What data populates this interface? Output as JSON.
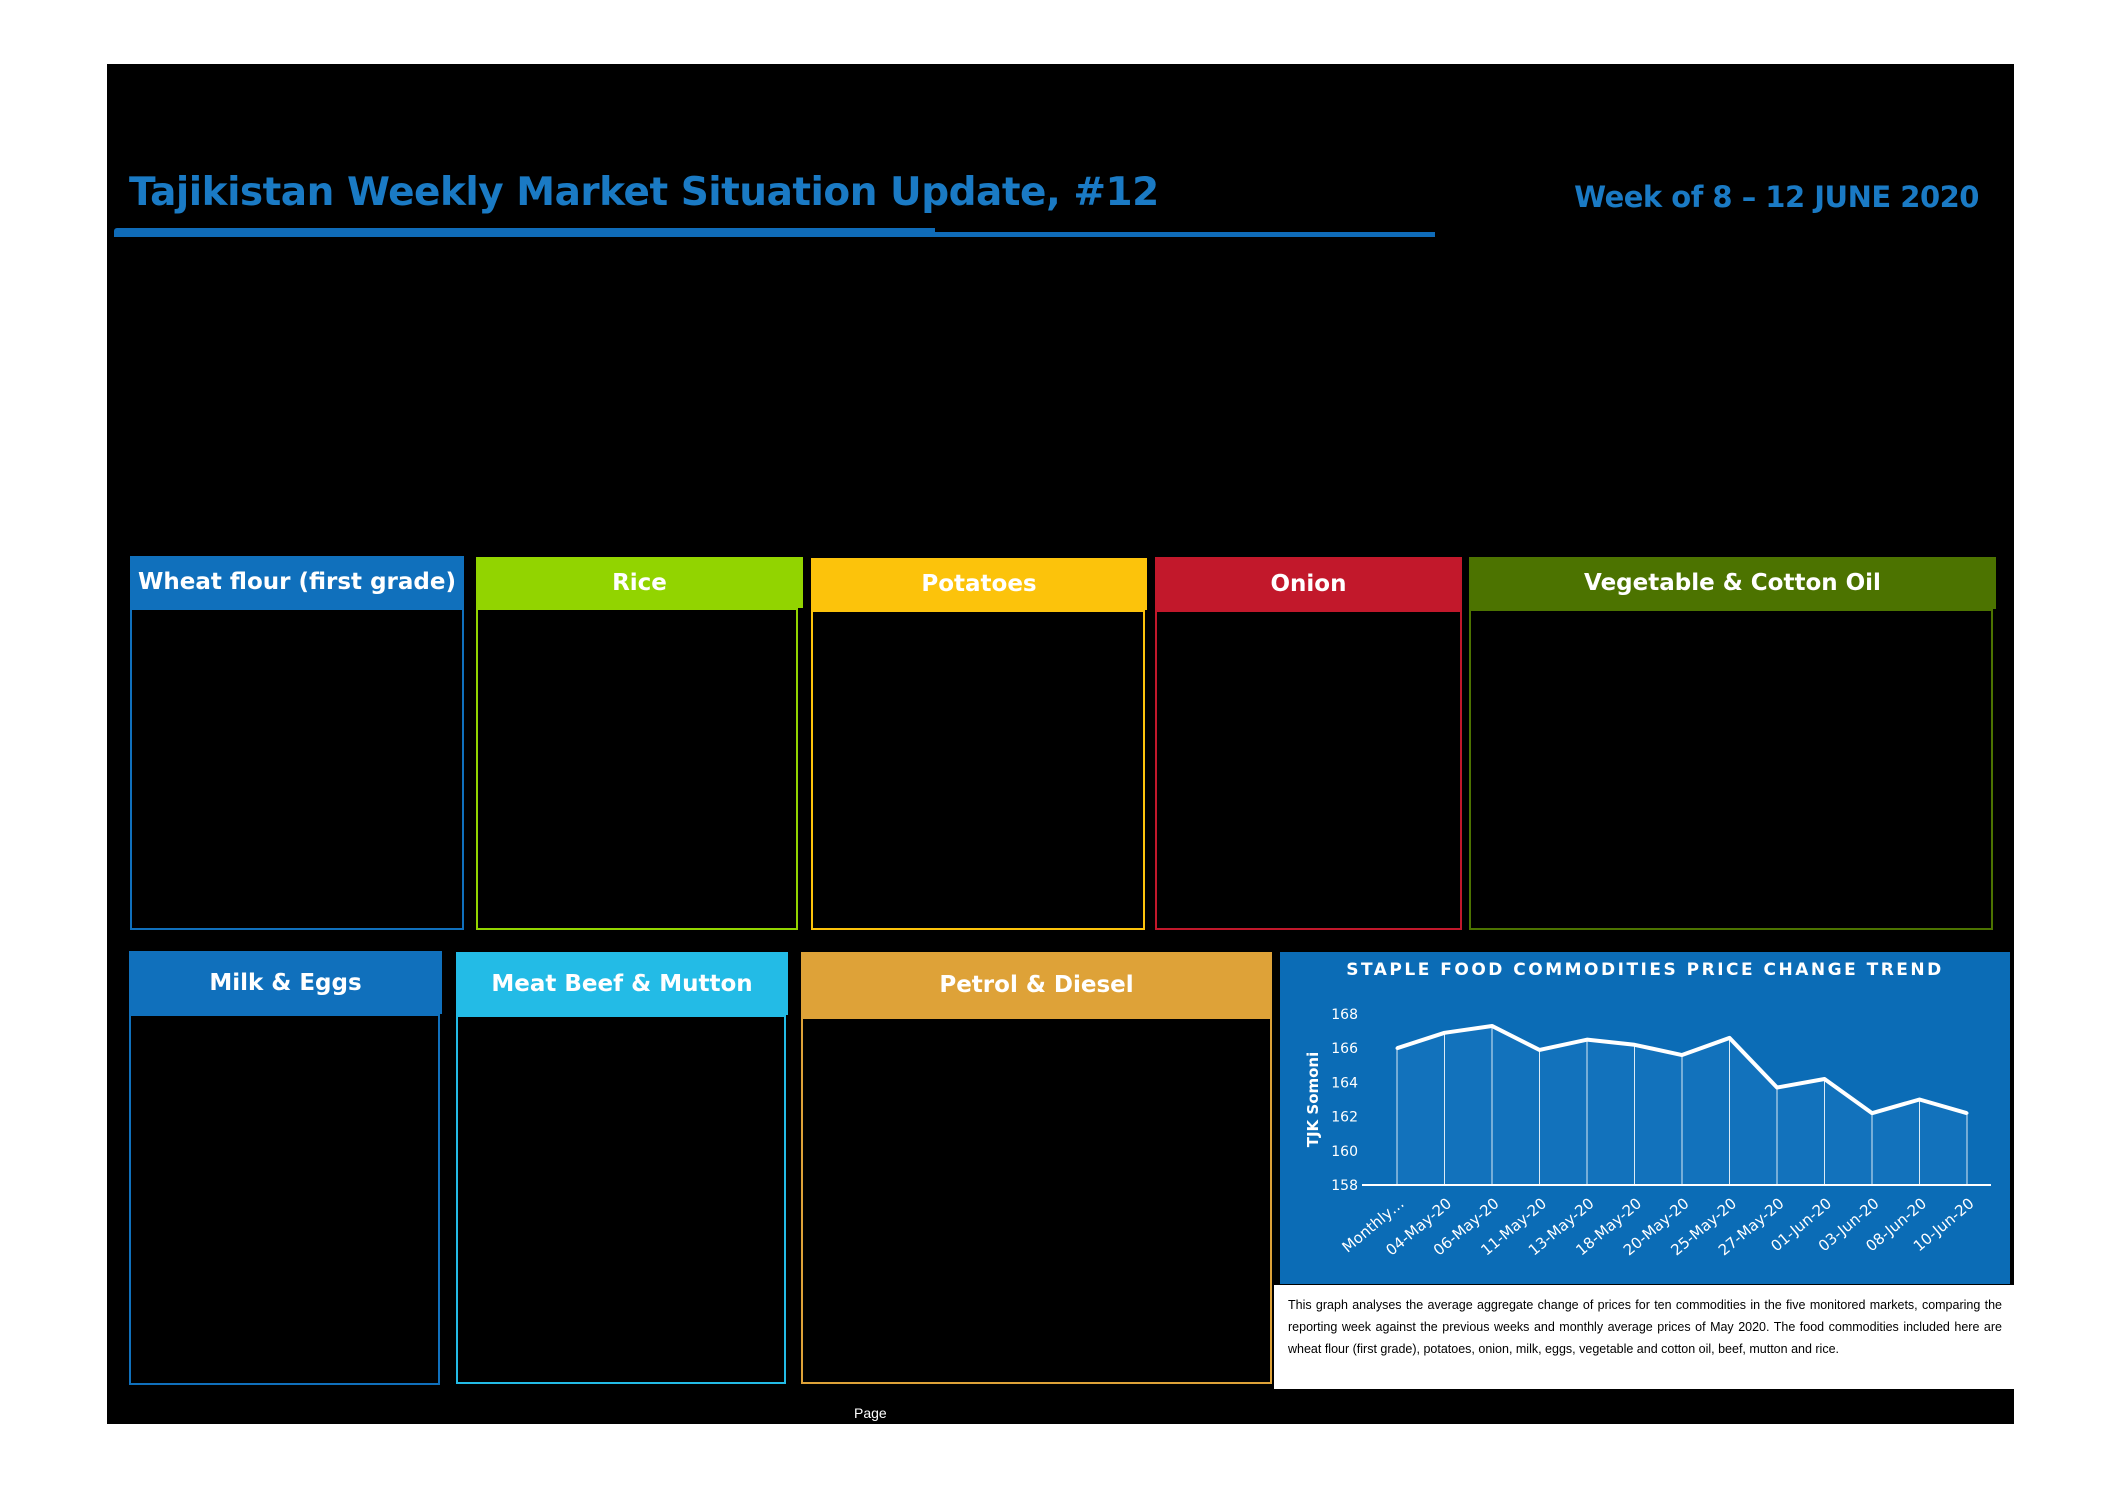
{
  "header": {
    "title": "Tajikistan Weekly Market Situation Update, #12",
    "week": "Week of 8 – 12 JUNE  2020"
  },
  "cards": [
    {
      "label": "Wheat flour (first grade)",
      "color": "#1070bc"
    },
    {
      "label": "Rice",
      "color": "#92d400"
    },
    {
      "label": "Potatoes",
      "color": "#fcc30b"
    },
    {
      "label": "Onion",
      "color": "#c2182b"
    },
    {
      "label": "Vegetable & Cotton Oil",
      "color": "#4c7300"
    },
    {
      "label": "Milk & Eggs",
      "color": "#1070bc"
    },
    {
      "label": "Meat Beef & Mutton",
      "color": "#23bbe6"
    },
    {
      "label": "Petrol & Diesel",
      "color": "#dea238"
    }
  ],
  "chart_data": {
    "type": "area",
    "title": "STAPLE FOOD COMMODITIES PRICE CHANGE TREND",
    "xlabel": "",
    "ylabel": "TJK Somoni",
    "categories": [
      "Monthly…",
      "04-May-20",
      "06-May-20",
      "11-May-20",
      "13-May-20",
      "18-May-20",
      "20-May-20",
      "25-May-20",
      "27-May-20",
      "01-Jun-20",
      "03-Jun-20",
      "08-Jun-20",
      "10-Jun-20"
    ],
    "values": [
      166.0,
      166.9,
      167.3,
      165.9,
      166.5,
      166.2,
      165.6,
      166.6,
      163.7,
      164.2,
      162.2,
      163.0,
      162.2
    ],
    "ylim": [
      158,
      168
    ],
    "yticks": [
      158,
      160,
      162,
      164,
      166,
      168
    ],
    "colors": {
      "line": "#ffffff",
      "background": "#0b6cb6"
    },
    "grid": false,
    "legend": "none"
  },
  "caption": "This graph analyses the average aggregate change of prices for ten commodities in the five monitored markets, comparing the reporting week against the previous weeks and monthly average prices of May 2020. The food commodities included here are wheat flour (first grade), potatoes, onion, milk, eggs, vegetable and cotton oil, beef, mutton and rice.",
  "footer": "Page"
}
